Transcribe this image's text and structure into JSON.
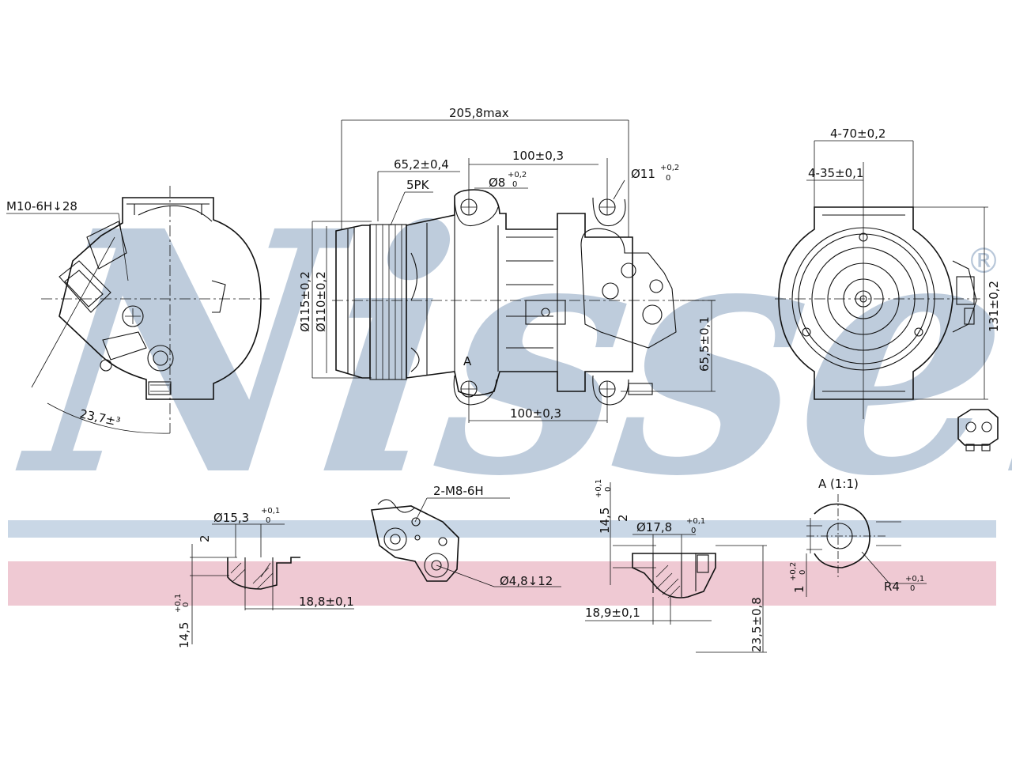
{
  "watermark": {
    "brand": "Nissens",
    "registered_mark": "®",
    "text_color": "#b8c7d9",
    "band_blue": "#c9d7e6",
    "band_pink": "#efc9d3"
  },
  "side_view": {
    "thread_label": "M10-6H↓28",
    "angle_label": "23,7±³"
  },
  "front_view": {
    "overall_length": "205,8max",
    "pulley_offset": "65,2±0,4",
    "mount_spacing_top": "100±0,3",
    "mount_spacing_bottom": "100±0,3",
    "belt_profile": "5PK",
    "hole_small": "Ø8",
    "hole_small_tol_upper": "+0,2",
    "hole_small_tol_lower": "0",
    "hole_large": "Ø11",
    "hole_large_tol_upper": "+0,2",
    "hole_large_tol_lower": "0",
    "pulley_diameter_outer": "Ø115±0,2",
    "pulley_diameter_inner": "Ø110±0,2",
    "height_to_axis": "65,5±0,1",
    "section_marker": "A"
  },
  "end_view": {
    "width_outer": "4-70±0,2",
    "width_inner": "4-35±0,1",
    "height": "131±0,2"
  },
  "details": {
    "detail1": {
      "diameter": "Ø15,3",
      "tol_upper": "+0,1",
      "tol_lower": "0",
      "step": "2",
      "depth": "18,8±0,1",
      "height": "14,5",
      "height_tol_upper": "+0,1",
      "height_tol_lower": "0"
    },
    "detail2": {
      "thread": "2-M8-6H",
      "pin_hole": "Ø4,8↓12"
    },
    "detail3": {
      "height": "14,5",
      "height_tol_upper": "+0,1",
      "height_tol_lower": "0",
      "step": "2",
      "diameter": "Ø17,8",
      "tol_upper": "+0,1",
      "tol_lower": "0",
      "depth": "18,9±0,1",
      "length": "23,5±0,8"
    },
    "detail4": {
      "title": "A (1:1)",
      "offset": "1",
      "offset_tol_upper": "+0,2",
      "offset_tol_lower": "0",
      "radius": "R4",
      "radius_tol_upper": "+0,1",
      "radius_tol_lower": "0"
    }
  }
}
